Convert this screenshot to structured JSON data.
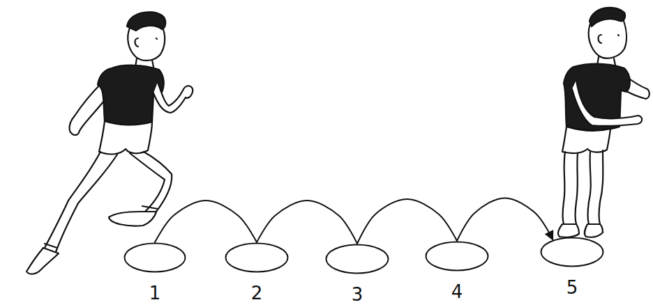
{
  "diagram": {
    "nodes": [
      {
        "text": [
          "1"
        ]
      },
      {
        "text": [
          "2"
        ]
      },
      {
        "text": [
          "3"
        ]
      },
      {
        "text": [
          "4"
        ]
      },
      {
        "text": [
          "5"
        ]
      }
    ],
    "edges": [
      {
        "from": 0,
        "to": 1,
        "arrow": "none"
      },
      {
        "from": 1,
        "to": 2,
        "arrow": "none"
      },
      {
        "from": 2,
        "to": 3,
        "arrow": "none"
      },
      {
        "from": 3,
        "to": 4,
        "arrow": "to"
      }
    ]
  }
}
